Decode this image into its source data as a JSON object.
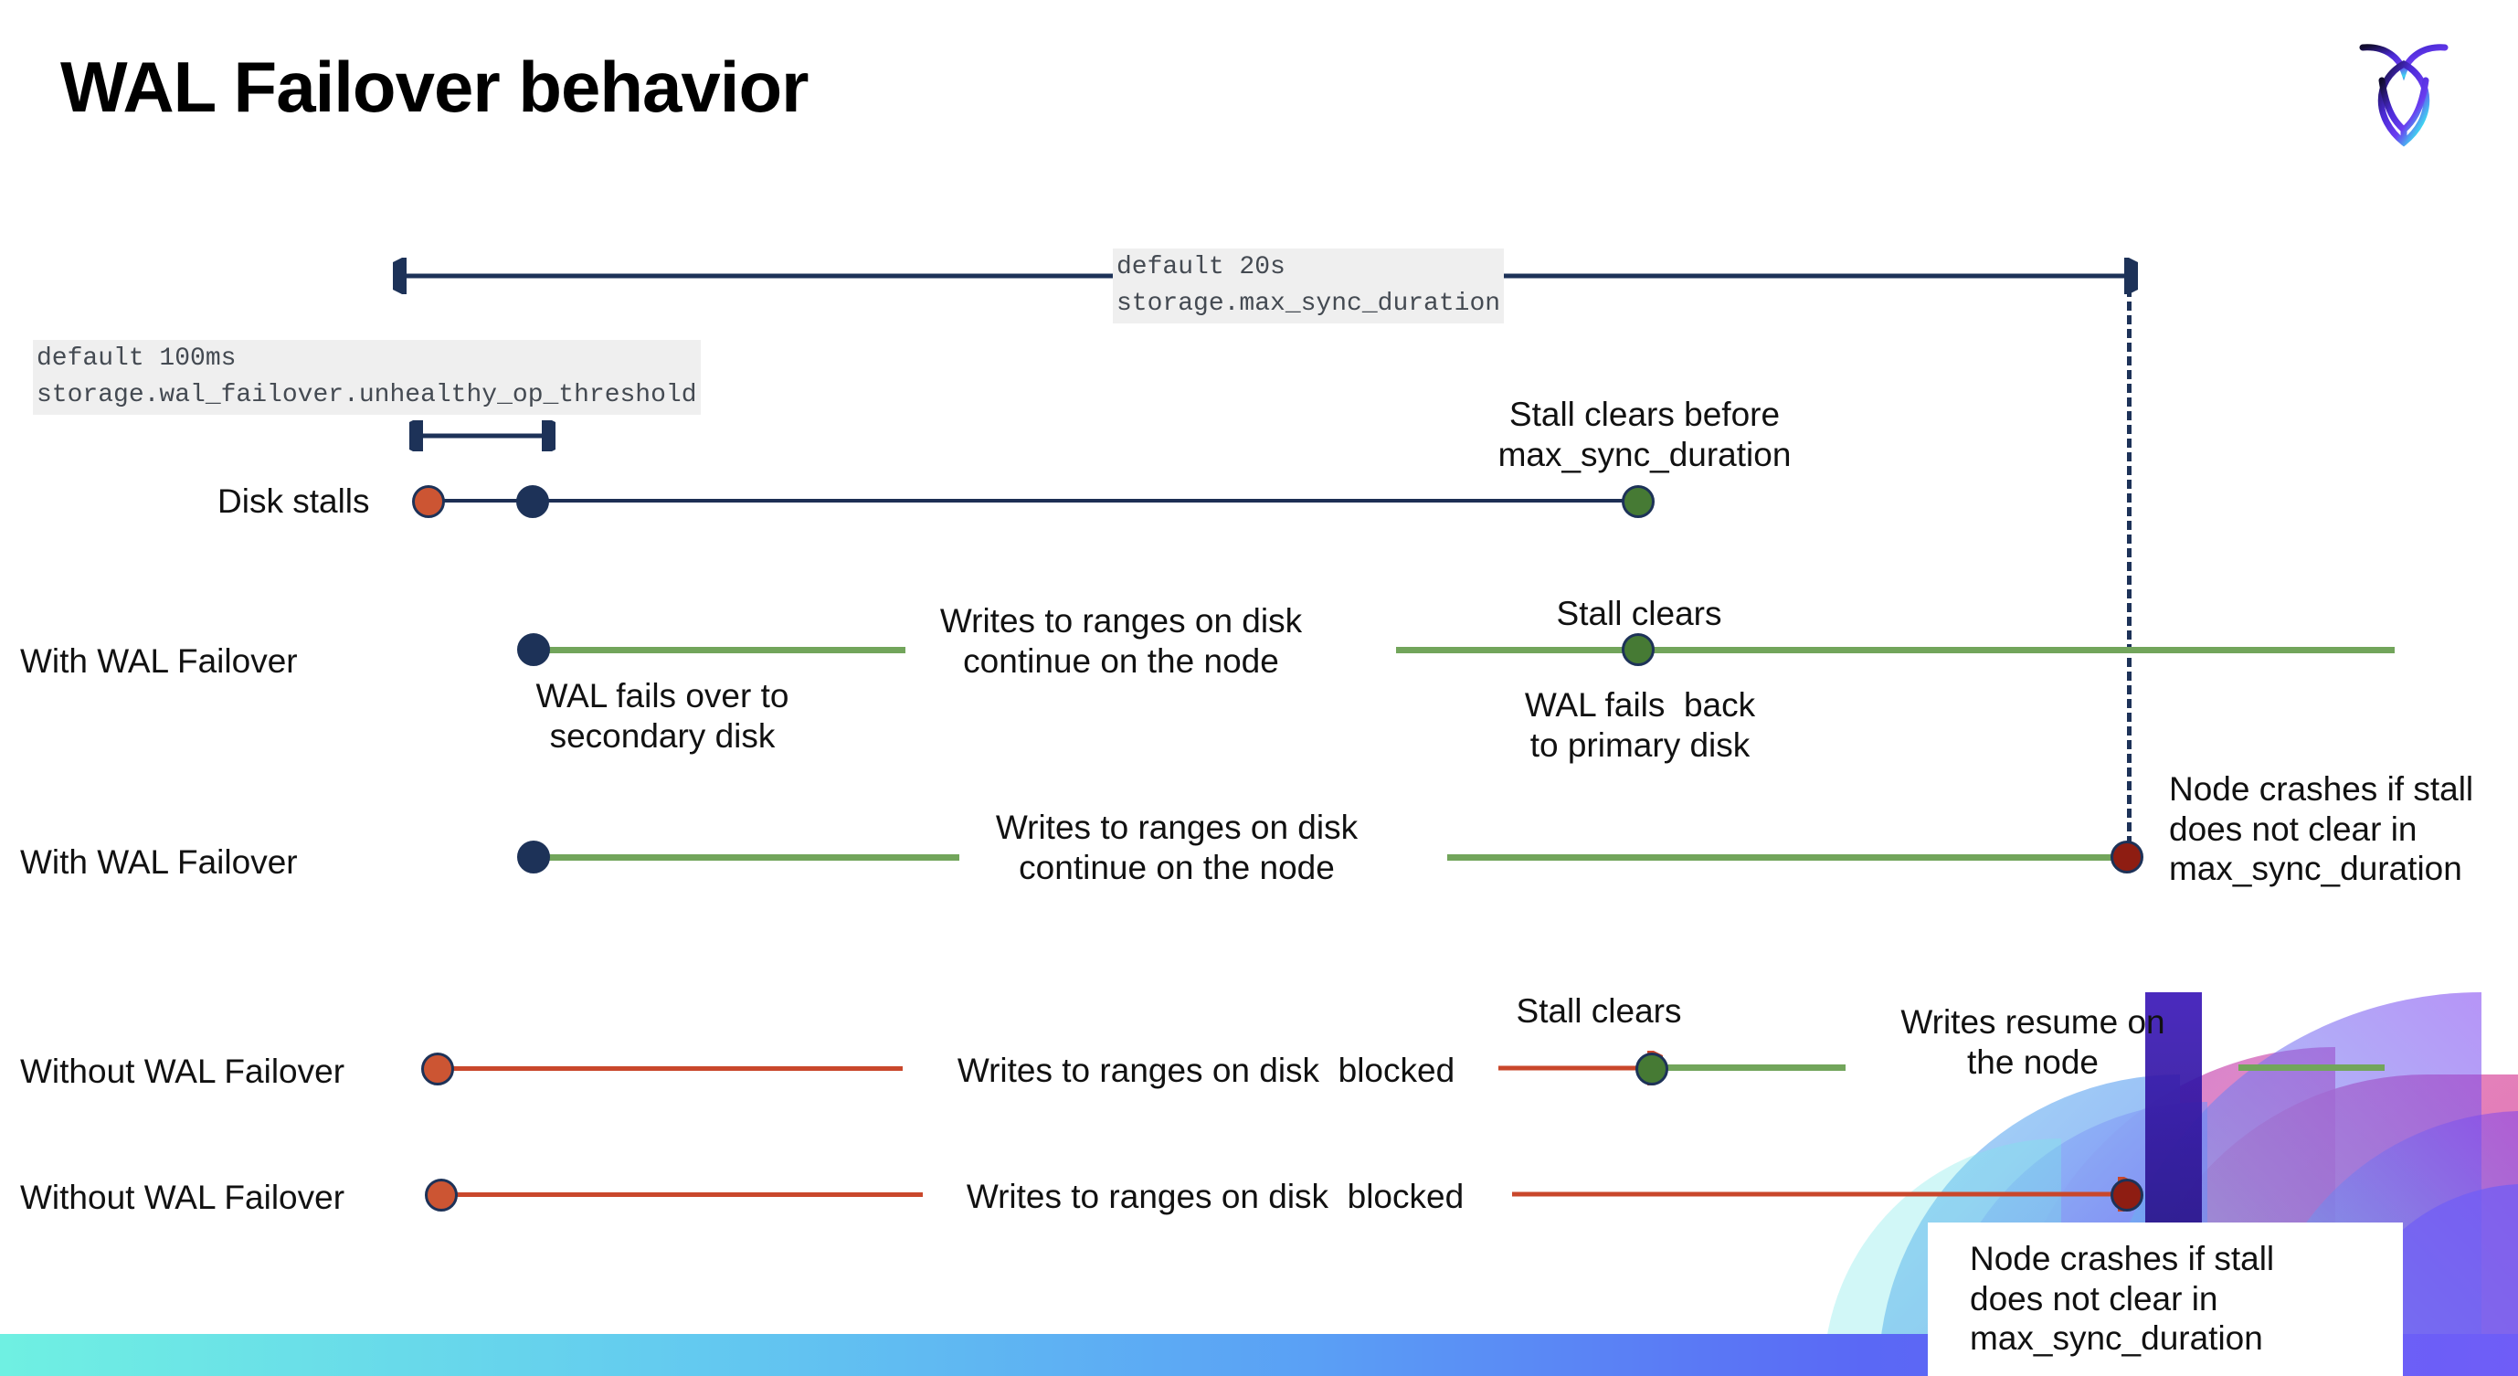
{
  "slide": {
    "title": "WAL Failover behavior",
    "logo_name": "cockroachdb-logo"
  },
  "settings": [
    {
      "id": "max-sync-duration",
      "default_line": "default 20s",
      "setting_line": "storage.max_sync_duration"
    },
    {
      "id": "unhealthy-op-threshold",
      "default_line": "default 100ms",
      "setting_line": "storage.wal_failover.unhealthy_op_threshold"
    }
  ],
  "rows": [
    {
      "id": "disk-stalls",
      "label": "Disk stalls",
      "annotation": "Stall clears before\nmax_sync_duration"
    },
    {
      "id": "with-wal-failover-clears",
      "label": "With WAL Failover",
      "start_note": "WAL fails over to\nsecondary disk",
      "middle_note": "Writes to ranges on disk\ncontinue on the node",
      "clears_note": "Stall clears",
      "end_note": "WAL fails  back\nto primary disk"
    },
    {
      "id": "with-wal-failover-crash",
      "label": "With WAL Failover",
      "middle_note": "Writes to ranges on disk\ncontinue on the node",
      "crash_note": "Node crashes if stall\ndoes not clear in\nmax_sync_duration"
    },
    {
      "id": "without-wal-failover-clears",
      "label": "Without WAL Failover",
      "middle_note": "Writes to ranges on disk  blocked",
      "clears_note": "Stall clears",
      "resume_note": "Writes resume on\nthe node"
    },
    {
      "id": "without-wal-failover-crash",
      "label": "Without WAL Failover",
      "middle_note": "Writes to ranges on disk  blocked",
      "crash_note": "Node crashes if stall\ndoes not clear in\nmax_sync_duration"
    }
  ],
  "colors": {
    "navy": "#1d3258",
    "green_line": "#72a55b",
    "green_dot": "#467a34",
    "orange_dot": "#cc5533",
    "red_line": "#c9472b",
    "dark_red_dot": "#8e1d12",
    "code_bg": "#efefef",
    "bar_start": "#6ff0e2",
    "bar_end": "#6f5df7"
  }
}
